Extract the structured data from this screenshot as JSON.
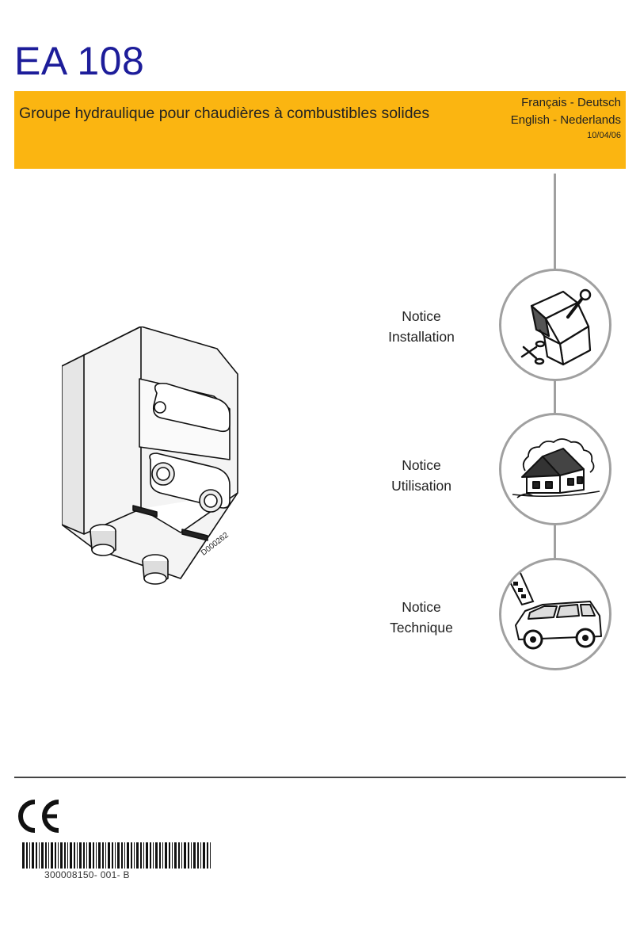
{
  "header": {
    "title": "EA 108",
    "subtitle": "Groupe hydraulique pour chaudières à combustibles solides",
    "languages_line1": "Français - Deutsch",
    "languages_line2": "English - Nederlands",
    "date": "10/04/06",
    "banner_color": "#fbb511",
    "title_color": "#1d1d9a"
  },
  "notices": [
    {
      "line1": "Notice",
      "line2": "Installation",
      "icon": "toolbox-icon"
    },
    {
      "line1": "Notice",
      "line2": "Utilisation",
      "icon": "house-icon"
    },
    {
      "line1": "Notice",
      "line2": "Technique",
      "icon": "service-van-icon"
    }
  ],
  "device": {
    "drawing_code": "D000262"
  },
  "footer": {
    "ce_mark": "CE",
    "barcode_number": "300008150- 001- B"
  }
}
